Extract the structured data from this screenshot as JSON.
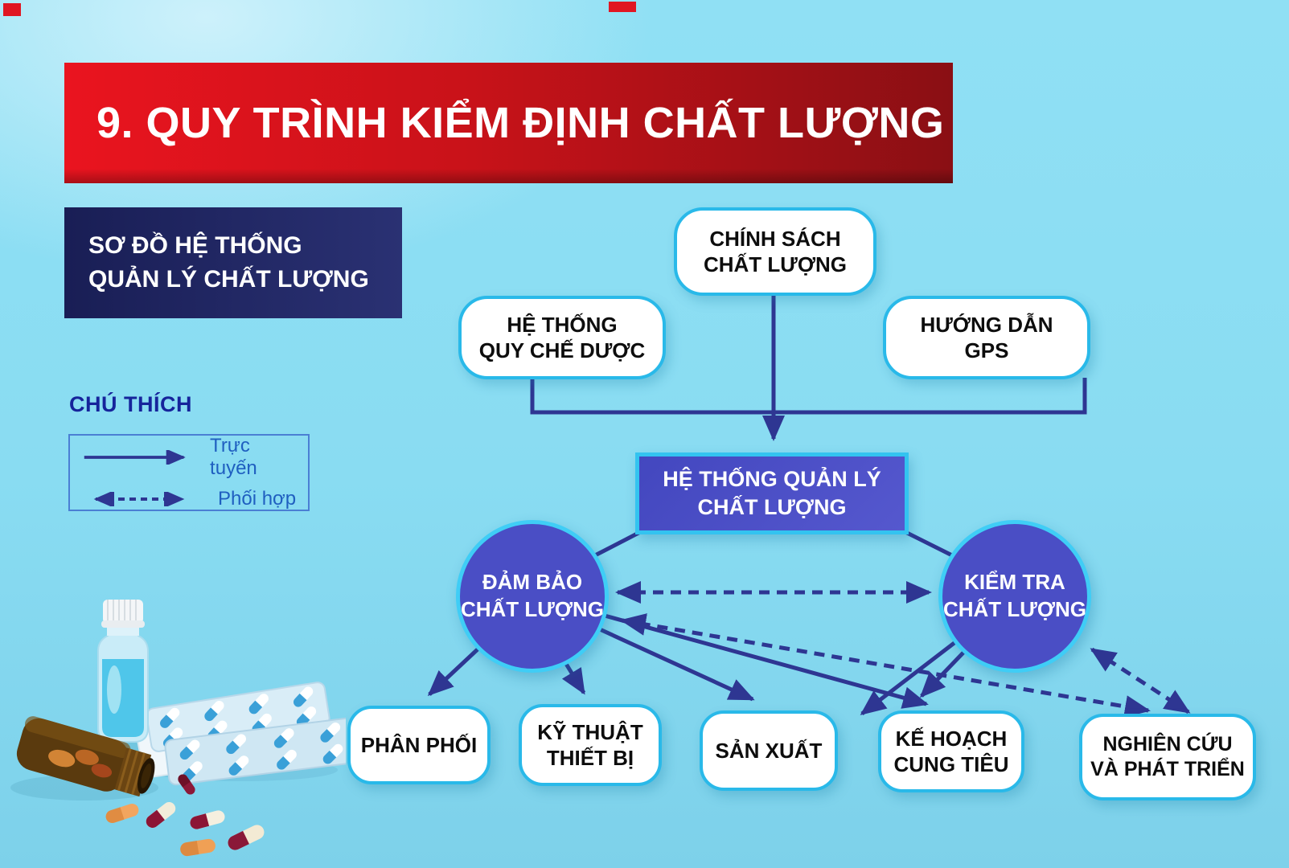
{
  "header": {
    "title": "9. QUY TRÌNH KIỂM ĐỊNH CHẤT LƯỢNG"
  },
  "subtitle_box": {
    "text": "SƠ ĐỒ HỆ THỐNG\nQUẢN LÝ CHẤT LƯỢNG"
  },
  "legend": {
    "title": "CHÚ THÍCH",
    "solid_label": "Trực tuyến",
    "dashed_label": "Phối hợp"
  },
  "diagram": {
    "nodes": {
      "policy": {
        "label": "CHÍNH SÁCH\nCHẤT LƯỢNG",
        "shape": "rounded-box"
      },
      "pharma": {
        "label": "HỆ THỐNG\nQUY CHẾ DƯỢC",
        "shape": "rounded-box"
      },
      "gps": {
        "label": "HƯỚNG DẪN\nGPS",
        "shape": "rounded-box"
      },
      "qms": {
        "label": "HỆ THỐNG QUẢN LÝ\nCHẤT LƯỢNG",
        "shape": "rectangle"
      },
      "qa": {
        "label": "ĐẢM BẢO\nCHẤT LƯỢNG",
        "shape": "circle"
      },
      "qc": {
        "label": "KIỂM TRA\nCHẤT LƯỢNG",
        "shape": "circle"
      },
      "distribution": {
        "label": "PHÂN PHỐI",
        "shape": "rounded-box"
      },
      "equipment": {
        "label": "KỸ THUẬT\nTHIẾT BỊ",
        "shape": "rounded-box"
      },
      "production": {
        "label": "SẢN XUẤT",
        "shape": "rounded-box"
      },
      "planning": {
        "label": "KẾ HOẠCH\nCUNG TIÊU",
        "shape": "rounded-box"
      },
      "rnd": {
        "label": "NGHIÊN CỨU\nVÀ PHÁT TRIỂN",
        "shape": "rounded-box"
      }
    },
    "edges": [
      {
        "from": "policy",
        "to": "qms",
        "type": "solid-arrow"
      },
      {
        "from": "pharma",
        "to": "qms",
        "type": "solid-elbow"
      },
      {
        "from": "gps",
        "to": "qms",
        "type": "solid-elbow"
      },
      {
        "from": "qms",
        "to": "qa",
        "type": "solid-line"
      },
      {
        "from": "qms",
        "to": "qc",
        "type": "solid-line"
      },
      {
        "from": "qa",
        "to": "distribution",
        "type": "solid-arrow"
      },
      {
        "from": "qa",
        "to": "equipment",
        "type": "solid-arrow"
      },
      {
        "from": "qa",
        "to": "production",
        "type": "solid-arrow"
      },
      {
        "from": "qa",
        "to": "planning",
        "type": "solid-arrow"
      },
      {
        "from": "qc",
        "to": "production",
        "type": "solid-arrow"
      },
      {
        "from": "qc",
        "to": "planning",
        "type": "solid-arrow"
      },
      {
        "from": "qa",
        "to": "qc",
        "type": "dashed-double"
      },
      {
        "from": "qa",
        "to": "rnd",
        "type": "dashed-double"
      },
      {
        "from": "qc",
        "to": "rnd",
        "type": "dashed-double"
      }
    ]
  },
  "colors": {
    "background": "#8adcf2",
    "banner_red_left": "#ea141f",
    "banner_red_right": "#8a0f14",
    "navy_box": "#1b2160",
    "node_border_cyan": "#29b9e9",
    "primary_node_fill": "#4a4ec5",
    "arrow_navy": "#2e3692",
    "legend_title_color": "#16249b",
    "legend_label_color": "#1f5fc0"
  }
}
